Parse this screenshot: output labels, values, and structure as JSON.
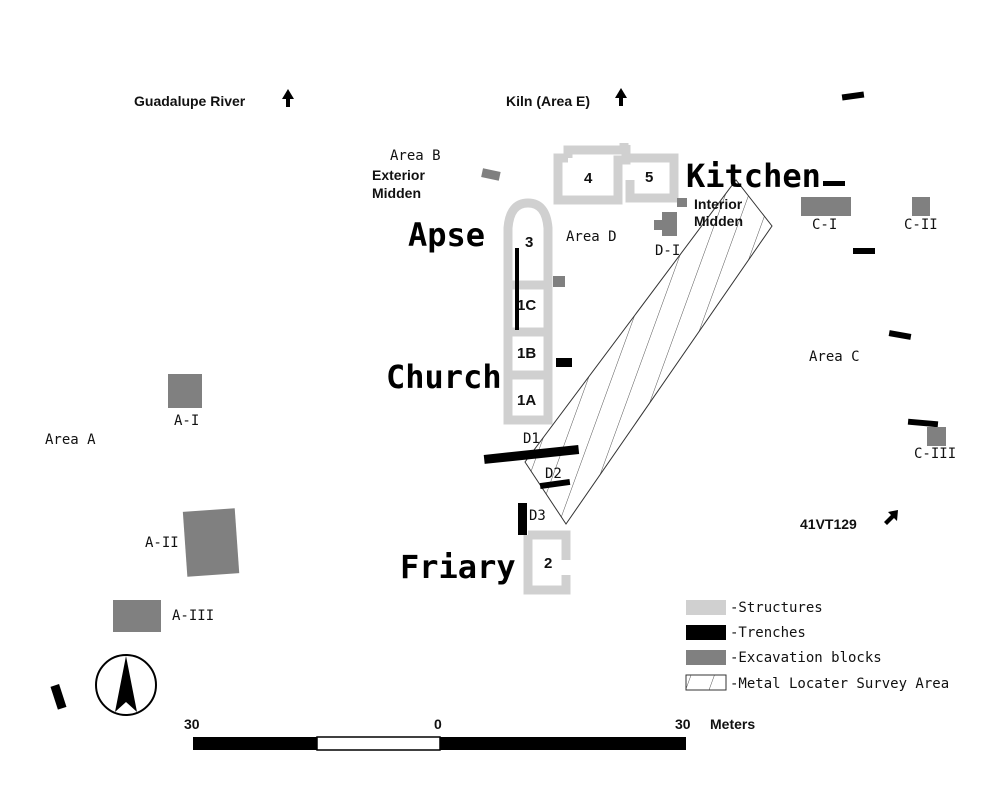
{
  "direction_labels": {
    "river": "Guadalupe River",
    "kiln": "Kiln (Area E)",
    "site": "41VT129"
  },
  "area_labels": {
    "area_b": "Area B",
    "exterior_midden_1": "Exterior",
    "exterior_midden_2": "Midden",
    "interior_midden_1": "Interior",
    "interior_midden_2": "Midden",
    "area_d": "Area D",
    "area_a": "Area A",
    "area_c": "Area C"
  },
  "structure_labels": {
    "kitchen": "Kitchen",
    "apse": "Apse",
    "church": "Church",
    "friary": "Friary"
  },
  "room_numbers": {
    "r4": "4",
    "r5": "5",
    "r3": "3",
    "r1c": "1C",
    "r1b": "1B",
    "r1a": "1A",
    "r2": "2"
  },
  "block_labels": {
    "a1": "A-I",
    "a2": "A-II",
    "a3": "A-III",
    "c1": "C-I",
    "c2": "C-II",
    "c3": "C-III",
    "d1block": "D-I"
  },
  "trench_labels": {
    "d1": "D1",
    "d2": "D2",
    "d3": "D3"
  },
  "legend": {
    "structures": "-Structures",
    "trenches": "-Trenches",
    "blocks": "-Excavation blocks",
    "survey": "-Metal Locater Survey Area"
  },
  "scale": {
    "left": "30",
    "mid": "0",
    "right": "30",
    "unit": "Meters"
  },
  "colors": {
    "structure": "#d0d0d0",
    "trench": "#000000",
    "block": "#808080"
  },
  "icons": {
    "arrow": "up-arrow-icon",
    "north": "north-arrow-icon"
  }
}
